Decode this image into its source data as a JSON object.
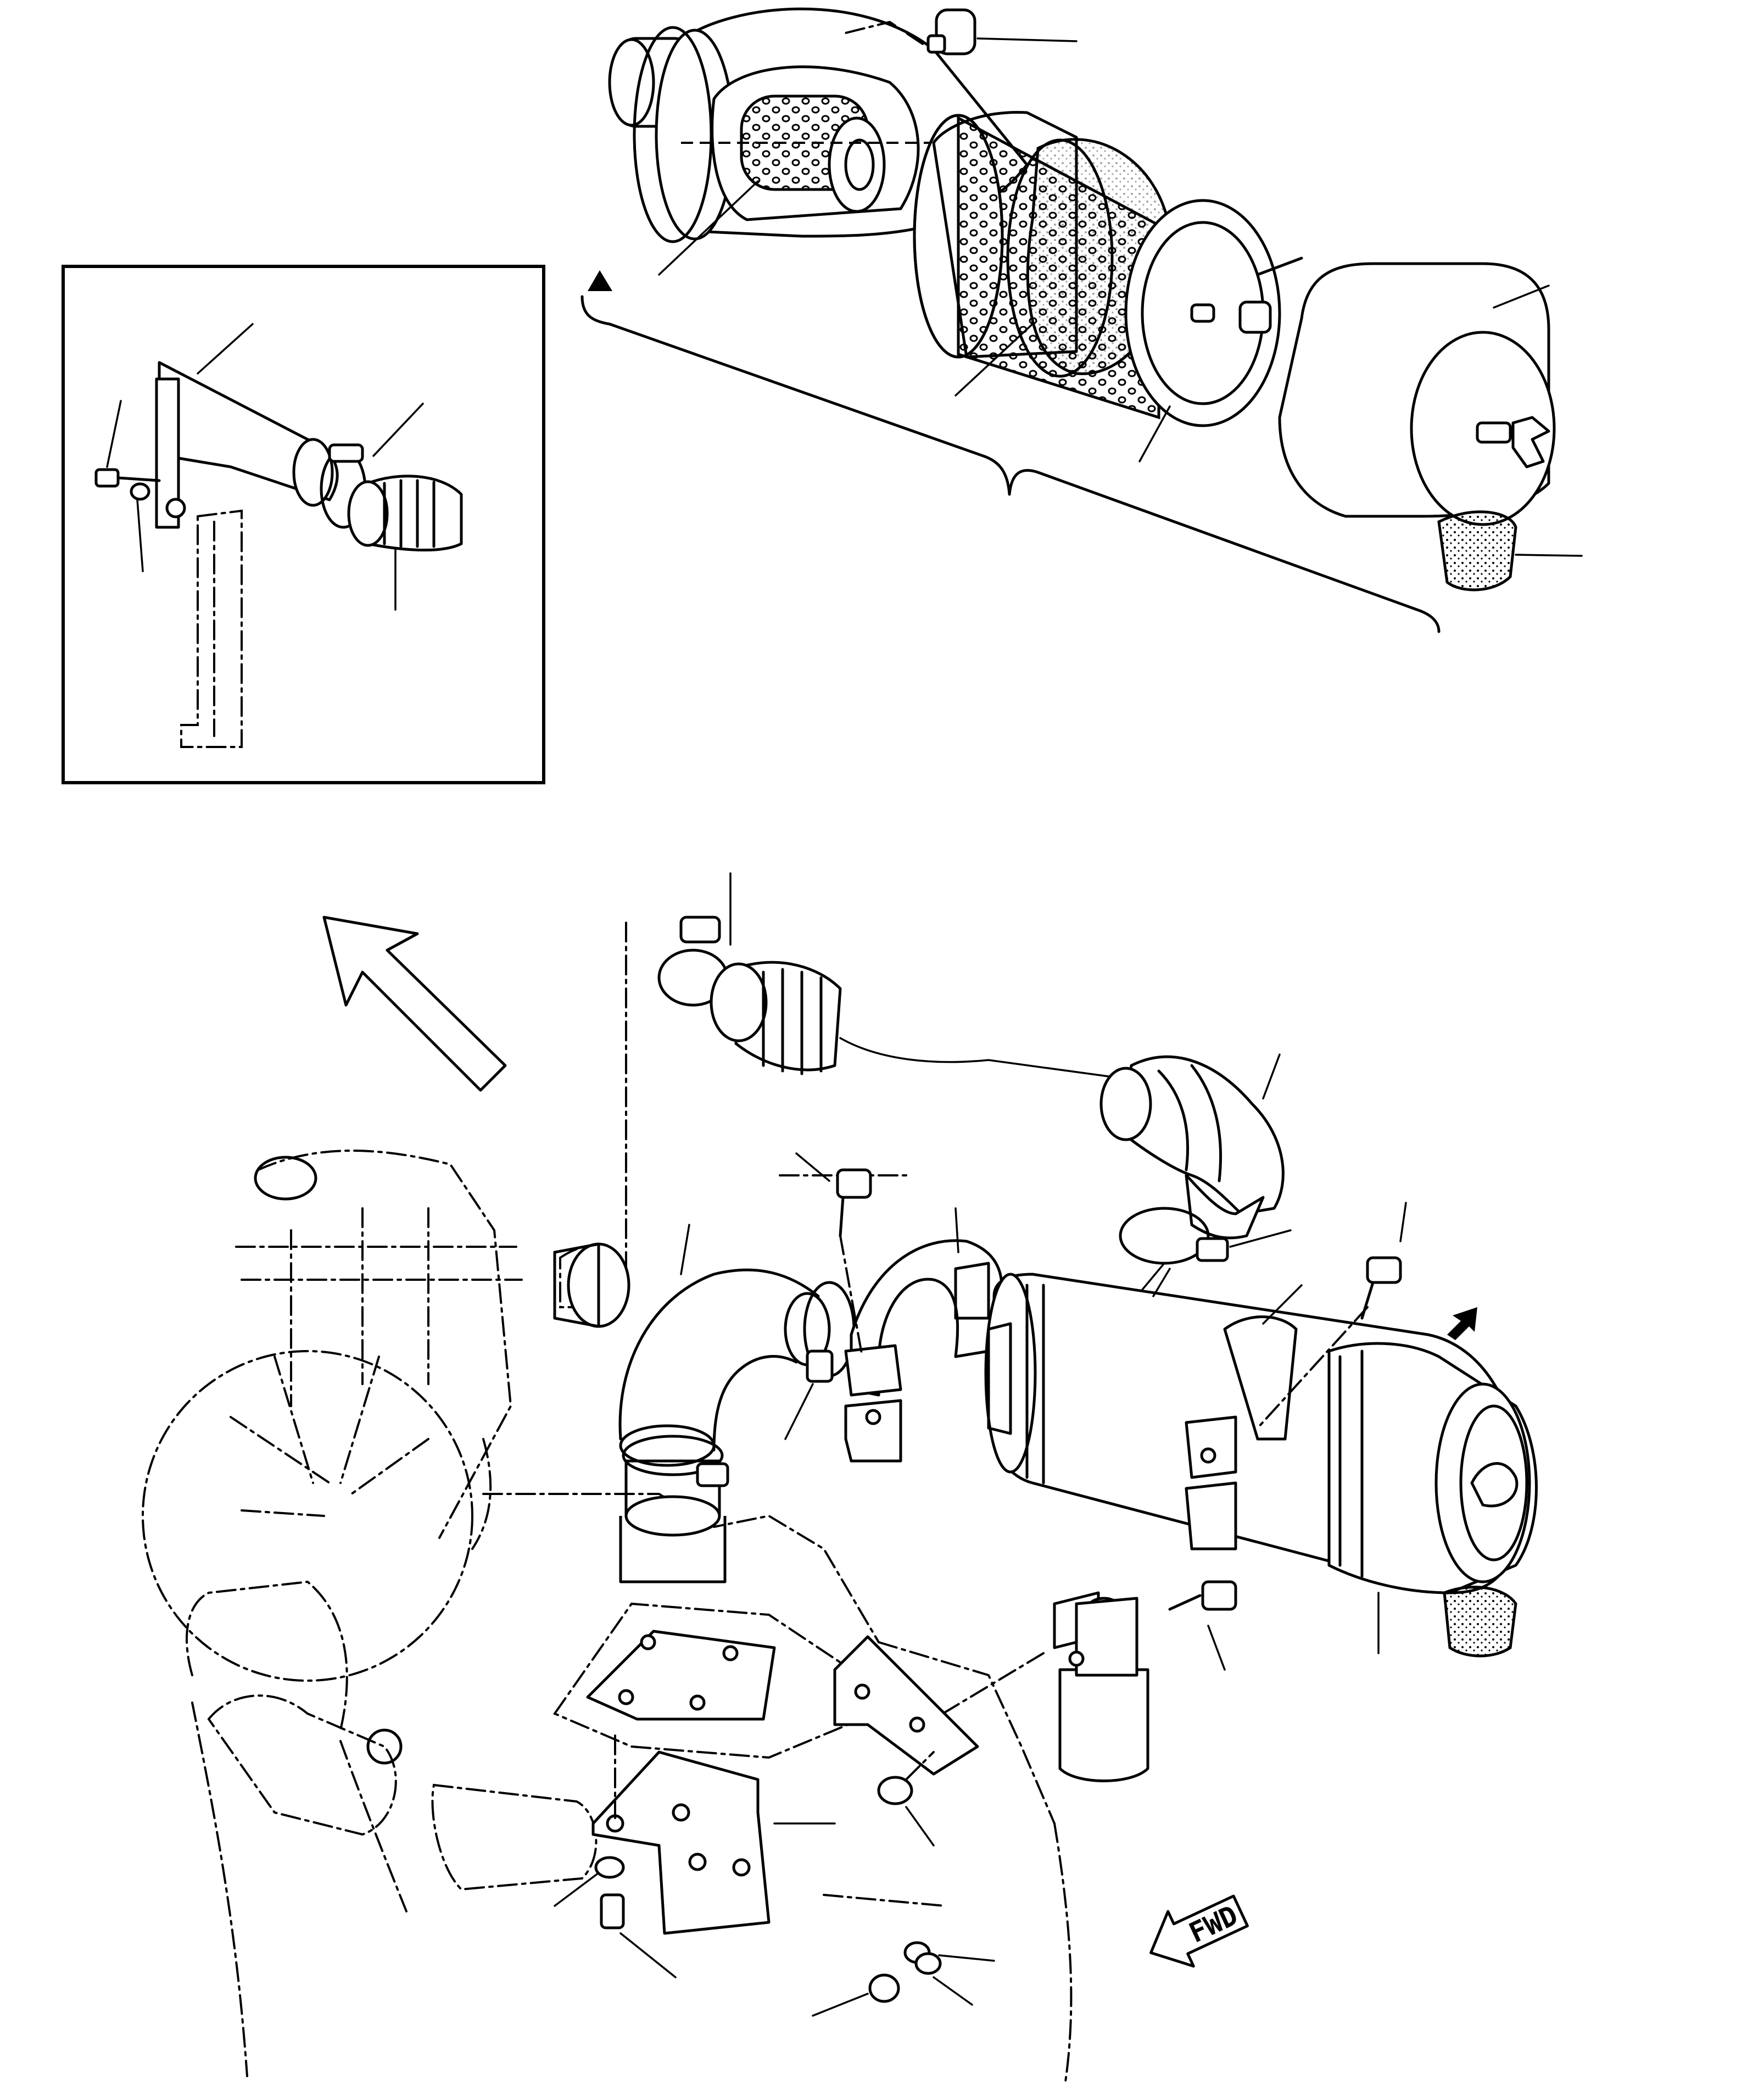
{
  "diagram": {
    "fwd_label": "FWD",
    "views": [
      {
        "name": "air-cleaner-exploded-view"
      },
      {
        "name": "inset-intake-bracket-view"
      },
      {
        "name": "engine-installation-view"
      }
    ],
    "markers": [
      "triangle-marker",
      "direction-arrow",
      "fwd-arrow"
    ]
  }
}
